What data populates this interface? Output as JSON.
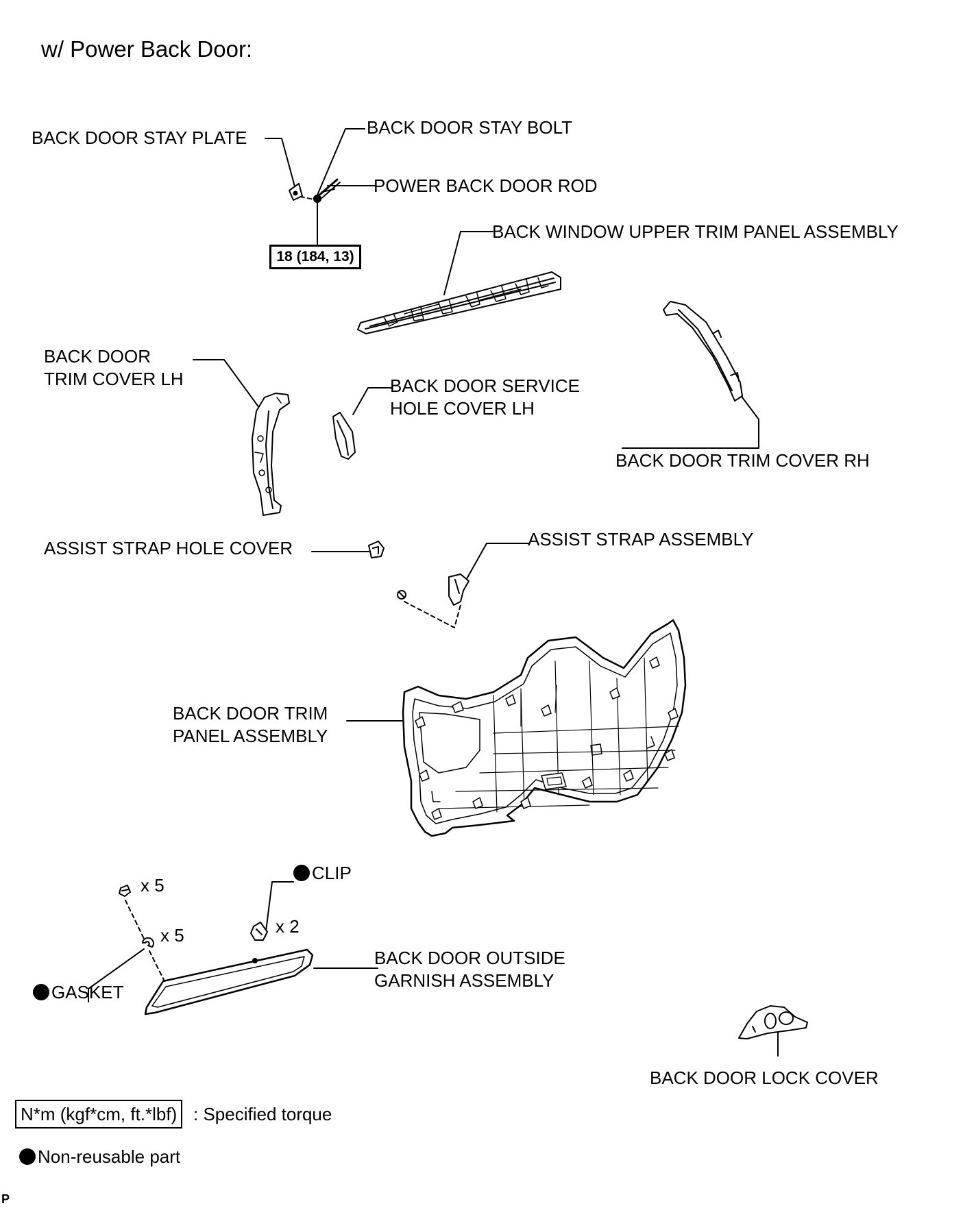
{
  "title": "w/ Power Back Door:",
  "labels": {
    "stay_plate": "BACK DOOR STAY PLATE",
    "stay_bolt": "BACK DOOR STAY BOLT",
    "rod": "POWER BACK DOOR ROD",
    "window_trim": "BACK WINDOW UPPER TRIM PANEL ASSEMBLY",
    "trim_cover_lh_1": "BACK DOOR",
    "trim_cover_lh_2": "TRIM COVER LH",
    "service_hole_1": "BACK DOOR SERVICE",
    "service_hole_2": "HOLE COVER LH",
    "trim_cover_rh": "BACK DOOR TRIM COVER RH",
    "strap_hole_cover": "ASSIST STRAP HOLE COVER",
    "strap_assembly": "ASSIST STRAP ASSEMBLY",
    "trim_panel_1": "BACK DOOR TRIM",
    "trim_panel_2": "PANEL ASSEMBLY",
    "clip": "CLIP",
    "qty_x5_a": "x 5",
    "qty_x5_b": "x 5",
    "qty_x2": "x 2",
    "gasket": "GASKET",
    "garnish_1": "BACK DOOR OUTSIDE",
    "garnish_2": "GARNISH ASSEMBLY",
    "lock_cover": "BACK DOOR LOCK COVER"
  },
  "torque_spec": "18 (184, 13)",
  "legend": {
    "torque_units": "N*m (kgf*cm, ft.*lbf)",
    "torque_desc": ": Specified torque",
    "nonreusable": "Non-reusable part"
  },
  "page_mark": "P"
}
